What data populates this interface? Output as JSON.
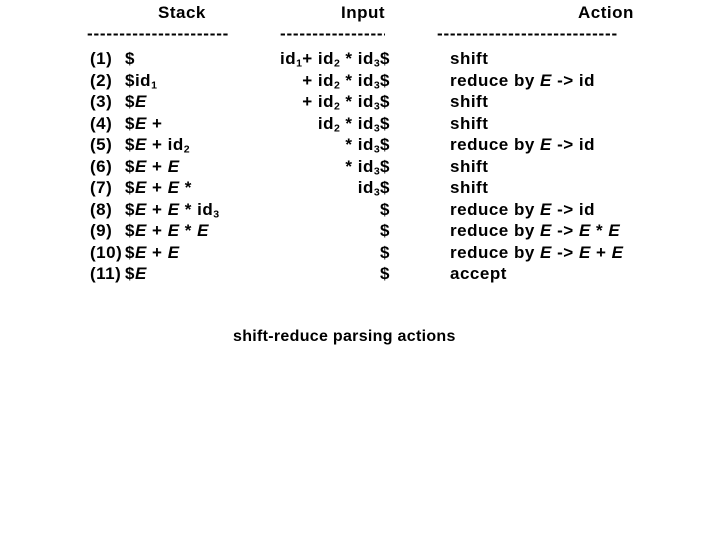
{
  "table": {
    "headers": {
      "stack": "Stack",
      "input": "Input",
      "action": "Action"
    },
    "dashes": {
      "stack": "----------------------------",
      "input": "---------------------",
      "action": "-----------------------------------"
    },
    "rows": [
      {
        "no": "(1)",
        "stack": [
          [
            "t",
            "$"
          ]
        ],
        "input": [
          [
            "t",
            "id"
          ],
          [
            "sub",
            "1"
          ],
          [
            "t",
            "+ id"
          ],
          [
            "sub",
            "2"
          ],
          [
            "t",
            " * id"
          ],
          [
            "sub",
            "3"
          ],
          [
            "t",
            "$"
          ]
        ],
        "action": [
          [
            "t",
            "shift"
          ]
        ]
      },
      {
        "no": "(2)",
        "stack": [
          [
            "t",
            "$id"
          ],
          [
            "sub",
            "1"
          ]
        ],
        "input": [
          [
            "t",
            "+ id"
          ],
          [
            "sub",
            "2"
          ],
          [
            "t",
            " * id"
          ],
          [
            "sub",
            "3"
          ],
          [
            "t",
            "$"
          ]
        ],
        "action": [
          [
            "t",
            "reduce by "
          ],
          [
            "i",
            "E"
          ],
          [
            "t",
            " -> id"
          ]
        ]
      },
      {
        "no": "(3)",
        "stack": [
          [
            "t",
            "$"
          ],
          [
            "i",
            "E"
          ]
        ],
        "input": [
          [
            "t",
            "+ id"
          ],
          [
            "sub",
            "2"
          ],
          [
            "t",
            " * id"
          ],
          [
            "sub",
            "3"
          ],
          [
            "t",
            "$"
          ]
        ],
        "action": [
          [
            "t",
            "shift"
          ]
        ]
      },
      {
        "no": "(4)",
        "stack": [
          [
            "t",
            "$"
          ],
          [
            "i",
            "E"
          ],
          [
            "t",
            " +"
          ]
        ],
        "input": [
          [
            "t",
            "id"
          ],
          [
            "sub",
            "2"
          ],
          [
            "t",
            " * id"
          ],
          [
            "sub",
            "3"
          ],
          [
            "t",
            "$"
          ]
        ],
        "action": [
          [
            "t",
            "shift"
          ]
        ]
      },
      {
        "no": "(5)",
        "stack": [
          [
            "t",
            "$"
          ],
          [
            "i",
            "E"
          ],
          [
            "t",
            " + id"
          ],
          [
            "sub",
            "2"
          ]
        ],
        "input": [
          [
            "t",
            "* id"
          ],
          [
            "sub",
            "3"
          ],
          [
            "t",
            "$"
          ]
        ],
        "action": [
          [
            "t",
            "reduce by "
          ],
          [
            "i",
            "E"
          ],
          [
            "t",
            " -> id"
          ]
        ]
      },
      {
        "no": "(6)",
        "stack": [
          [
            "t",
            "$"
          ],
          [
            "i",
            "E"
          ],
          [
            "t",
            " + "
          ],
          [
            "i",
            "E"
          ]
        ],
        "input": [
          [
            "t",
            "* id"
          ],
          [
            "sub",
            "3"
          ],
          [
            "t",
            "$"
          ]
        ],
        "action": [
          [
            "t",
            "shift"
          ]
        ]
      },
      {
        "no": "(7)",
        "stack": [
          [
            "t",
            "$"
          ],
          [
            "i",
            "E"
          ],
          [
            "t",
            " + "
          ],
          [
            "i",
            "E"
          ],
          [
            "t",
            " *"
          ]
        ],
        "input": [
          [
            "t",
            "id"
          ],
          [
            "sub",
            "3"
          ],
          [
            "t",
            "$"
          ]
        ],
        "action": [
          [
            "t",
            "shift"
          ]
        ]
      },
      {
        "no": "(8)",
        "stack": [
          [
            "t",
            "$"
          ],
          [
            "i",
            "E"
          ],
          [
            "t",
            " + "
          ],
          [
            "i",
            "E"
          ],
          [
            "t",
            " * id"
          ],
          [
            "sub",
            "3"
          ]
        ],
        "input": [
          [
            "t",
            "$"
          ]
        ],
        "action": [
          [
            "t",
            "reduce by "
          ],
          [
            "i",
            "E"
          ],
          [
            "t",
            " -> id"
          ]
        ]
      },
      {
        "no": "(9)",
        "stack": [
          [
            "t",
            "$"
          ],
          [
            "i",
            "E"
          ],
          [
            "t",
            " + "
          ],
          [
            "i",
            "E"
          ],
          [
            "t",
            " * "
          ],
          [
            "i",
            "E"
          ]
        ],
        "input": [
          [
            "t",
            "$"
          ]
        ],
        "action": [
          [
            "t",
            "reduce by "
          ],
          [
            "i",
            "E"
          ],
          [
            "t",
            " -> "
          ],
          [
            "i",
            "E"
          ],
          [
            "t",
            " * "
          ],
          [
            "i",
            "E"
          ]
        ]
      },
      {
        "no": "(10)",
        "stack": [
          [
            "t",
            "$"
          ],
          [
            "i",
            "E"
          ],
          [
            "t",
            " + "
          ],
          [
            "i",
            "E"
          ]
        ],
        "input": [
          [
            "t",
            "$"
          ]
        ],
        "action": [
          [
            "t",
            "reduce by "
          ],
          [
            "i",
            "E"
          ],
          [
            "t",
            " -> "
          ],
          [
            "i",
            "E"
          ],
          [
            "t",
            " + "
          ],
          [
            "i",
            "E"
          ]
        ]
      },
      {
        "no": "(11)",
        "stack": [
          [
            "t",
            "$"
          ],
          [
            "i",
            "E"
          ]
        ],
        "input": [
          [
            "t",
            "$"
          ]
        ],
        "action": [
          [
            "t",
            "accept"
          ]
        ]
      }
    ]
  },
  "caption": "shift-reduce parsing actions"
}
